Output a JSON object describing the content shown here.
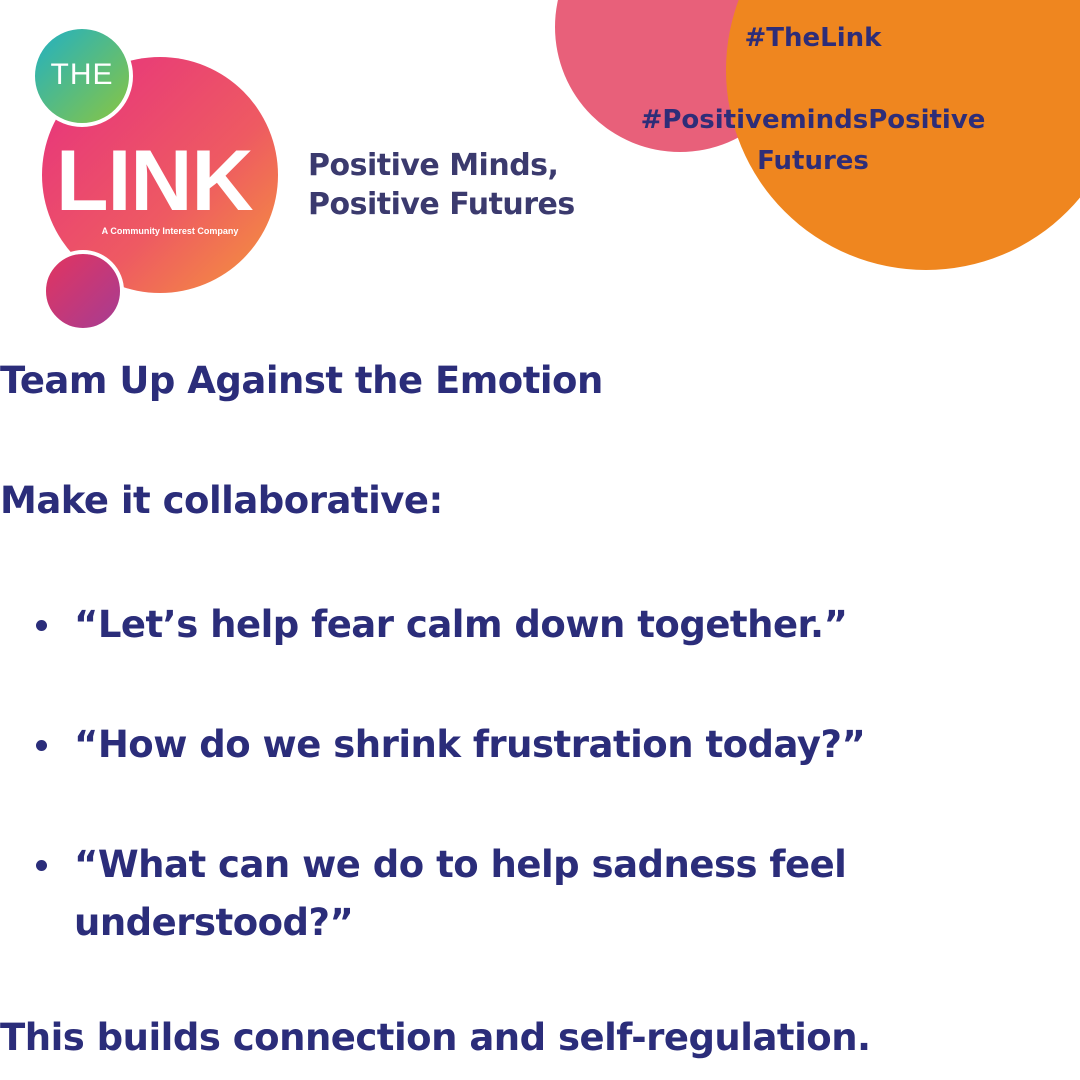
{
  "logo": {
    "the": "THE",
    "link": "LINK",
    "cic": "A Community Interest Company",
    "tagline_line1": "Positive Minds,",
    "tagline_line2": "Positive Futures"
  },
  "hashtags": {
    "tag1": "#TheLink",
    "tag2_line1": "#PositivemindsPositive",
    "tag2_line2": "Futures"
  },
  "content": {
    "heading": "Team Up Against the Emotion",
    "subheading": "Make it collaborative:",
    "bullets": [
      "“Let’s help fear calm down together.”",
      "“How do we shrink frustration today?”",
      "“What can we do to help sadness feel understood?”"
    ],
    "footer": "This builds connection and self-regulation."
  },
  "colors": {
    "text": "#2b2d7a",
    "pink": "#e8607a",
    "orange": "#ef861f",
    "logo_teal": "#2cb5b5",
    "logo_magenta": "#e5337a",
    "logo_orange": "#f28a3c"
  }
}
